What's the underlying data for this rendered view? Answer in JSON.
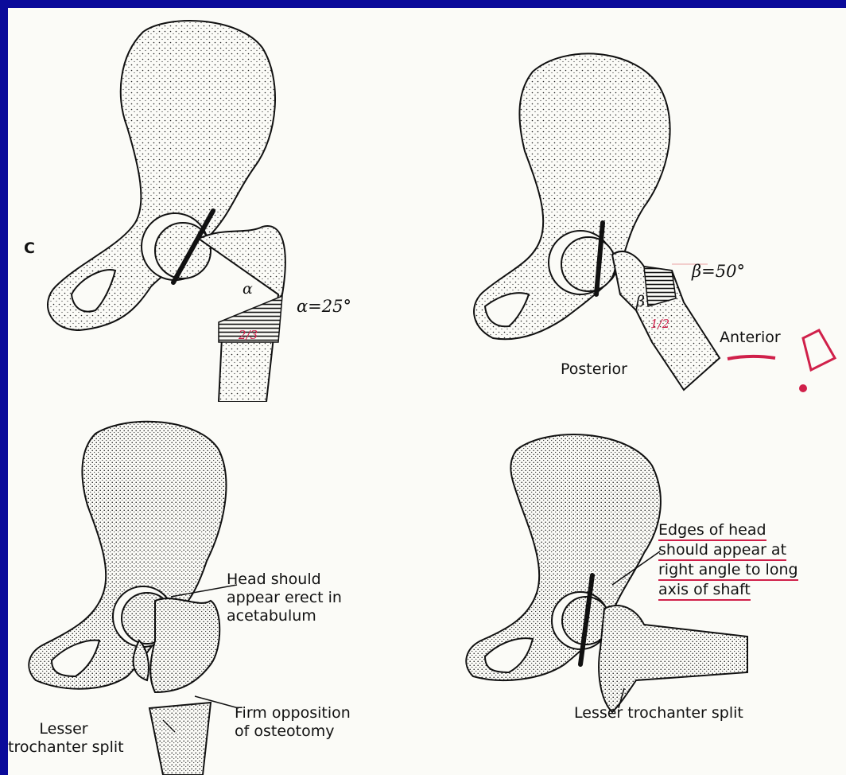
{
  "top": {
    "panel_letter": "C",
    "alpha_symbol": "α",
    "alpha_label": "α=25°",
    "alpha_fraction": "2/3",
    "beta_symbol": "β",
    "beta_label": "β=50°",
    "beta_fraction": "1/2",
    "anterior_label": "Anterior",
    "posterior_label": "Posterior"
  },
  "bottom": {
    "head_erect_label": [
      "Head should",
      "appear erect in",
      "acetabulum"
    ],
    "firm_opposition_label": [
      "Firm opposition",
      "of osteotomy"
    ],
    "lesser_trochanter_left": [
      "Lesser",
      "trochanter split"
    ],
    "edges_label": [
      "Edges of head",
      "should appear at",
      "right angle to long",
      "axis of shaft"
    ],
    "lesser_trochanter_right": "Lesser trochanter split"
  },
  "colors": {
    "border": "#0a0a9a",
    "paper": "#fbfbf7",
    "ink": "#111111",
    "annotation_red": "#d0204a"
  }
}
